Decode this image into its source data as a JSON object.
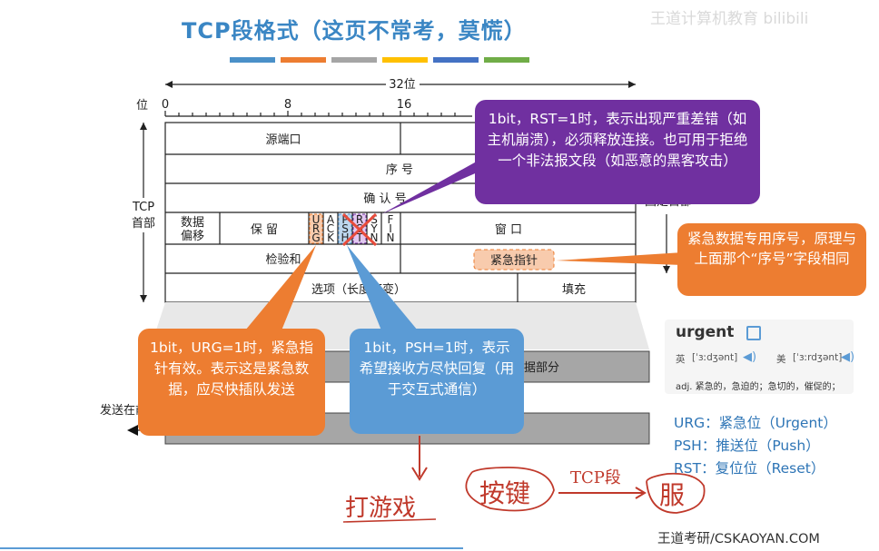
{
  "title": "TCP段格式（这页不常考，莫慌）",
  "watermark": "王道计算机教育 bilibili",
  "color_bar": [
    "#4a90c8",
    "#ed7d31",
    "#a5a5a5",
    "#ffc000",
    "#4472c4",
    "#70ad47"
  ],
  "segment": {
    "width_label": "32位",
    "bit_axis_label": "位",
    "ticks": [
      "0",
      "8",
      "16"
    ],
    "header_label_line1": "TCP",
    "header_label_line2": "首部",
    "rows": {
      "src_port": "源端口",
      "seq": "序 号",
      "ack": "确 认 号",
      "data_offset_1": "数据",
      "data_offset_2": "偏移",
      "reserved": "保 留",
      "window": "窗 口",
      "checksum": "检验和",
      "urgent_ptr": "紧急指针",
      "options": "选项（长度可变）",
      "padding": "填充",
      "dest_suffix": "固定首部"
    },
    "flags": [
      "URG",
      "ACK",
      "PSH",
      "RST",
      "SYN",
      "FIN"
    ]
  },
  "lower": {
    "data_part": "数据部分",
    "send_label": "发送在前"
  },
  "callouts": {
    "rst": "1bit，RST=1时，表示出现严重差错（如主机崩溃），必须释放连接。也可用于拒绝一个非法报文段（如恶意的黑客攻击）",
    "urgent_ptr": "紧急数据专用序号，原理与上面那个“序号”字段相同",
    "urg": "1bit，URG=1时，紧急指针有效。表示这是紧急数据，应尽快插队发送",
    "psh": "1bit，PSH=1时，表示希望接收方尽快回复（用于交互式通信）"
  },
  "dictionary": {
    "word": "urgent",
    "uk_label": "英",
    "uk_phonetic": "[ˈɜːdʒənt]",
    "us_label": "美",
    "us_phonetic": "[ˈɜːrdʒənt]",
    "definition": "adj. 紧急的，急迫的；急切的，催促的；"
  },
  "abbreviations": [
    "URG：紧急位（Urgent）",
    "PSH：推送位（Push）",
    "RST：复位位（Reset）"
  ],
  "handwriting": {
    "word1": "打游戏",
    "word2": "按键",
    "arrow_label": "TCP段",
    "word3": "服"
  },
  "credit": "王道考研/CSKAOYAN.COM"
}
